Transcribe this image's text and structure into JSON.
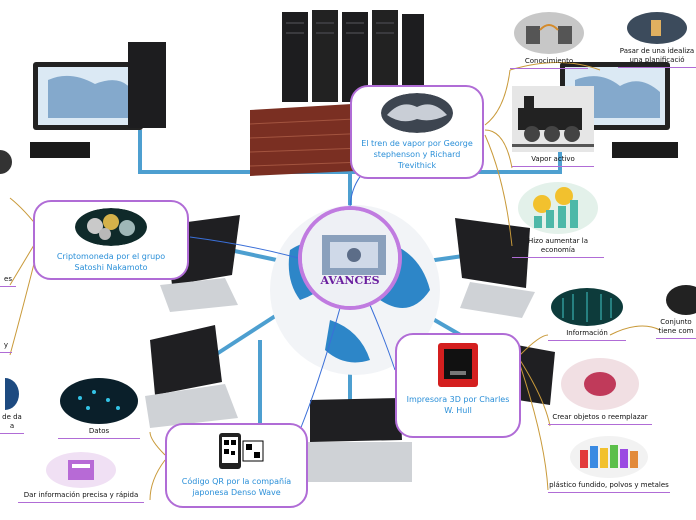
{
  "center": {
    "title": "AVANCES"
  },
  "nodes": {
    "tren": {
      "label": "El tren de vapor por George stephenson y Richard Trevithick"
    },
    "cripto": {
      "label": "Criptomoneda por el grupo Satoshi Nakamoto"
    },
    "impresora": {
      "label": "Impresora 3D por Charles W. Hull"
    },
    "qr": {
      "label": "Código QR por la compañía japonesa Denso Wave"
    }
  },
  "leaves": {
    "conocimiento": "Conocimiento",
    "idealizacion": "Pasar de una idealiza una planificació",
    "vapor_activo": "Vapor activo",
    "economia": "Hizo aumentar la economía",
    "informacion": "Información",
    "conjunto": "Conjunto tiene com",
    "crear": "Crear objetos o reemplazar",
    "plastico": "plástico fundido, polvos y metales",
    "datos": "Datos",
    "dar_info": "Dar información precisa y rápida",
    "left_es": "es",
    "left_y": "y",
    "left_da": "de da a"
  },
  "colors": {
    "node_border": "#b06cd6",
    "node_text": "#2a8fd8",
    "center_title": "#6a1f9f",
    "cable": "#2f8fc8"
  }
}
